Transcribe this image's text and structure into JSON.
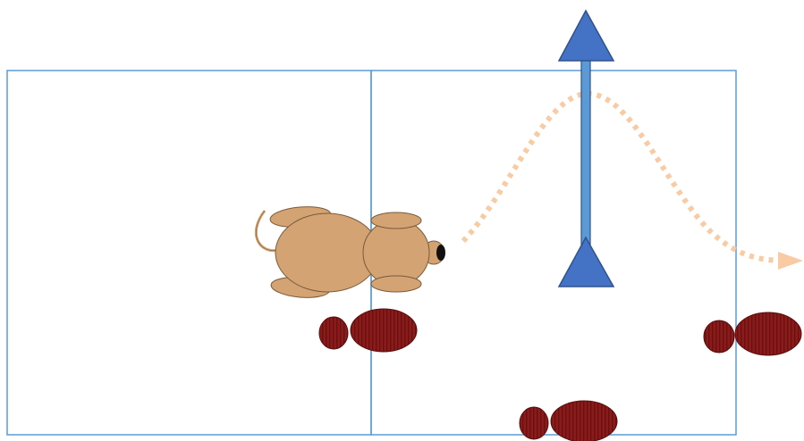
{
  "diagram": {
    "panels": [
      "left-panel",
      "right-panel"
    ],
    "icons": {
      "dog": "dog-topview-icon",
      "arrow": "double-headed-up-arrow-icon",
      "path": "dotted-wave-path",
      "footprints": [
        "footprint-icon",
        "footprint-icon",
        "footprint-icon"
      ]
    },
    "colors": {
      "panel_border": "#5b9bd5",
      "arrow_fill": "#4472c4",
      "arrow_stroke": "#2f528f",
      "shaft_fill": "#5b9bd5",
      "path_dots": "#f8cba4",
      "dog_body": "#d4a373",
      "dog_outline": "#7a5a3a",
      "footprint": "#8b1a1a",
      "footprint_dark": "#5a0e0e"
    }
  }
}
